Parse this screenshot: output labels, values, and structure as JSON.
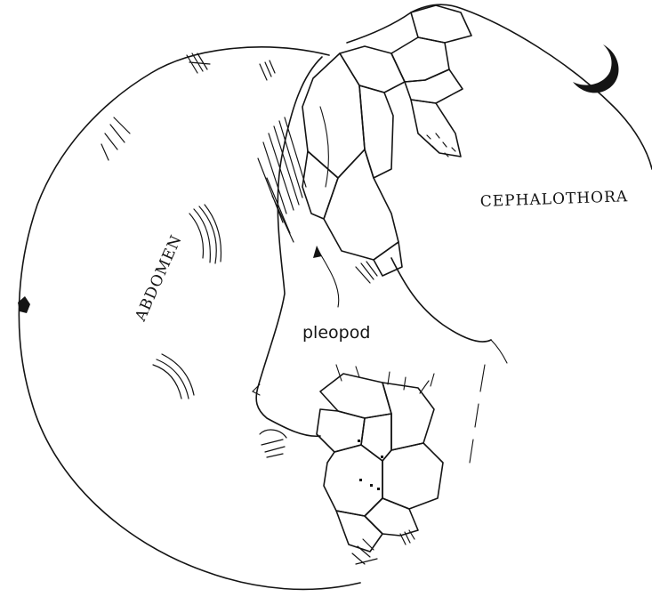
{
  "labels": {
    "abdomen": "ABDOMEN",
    "cephalothorax": "CEPHALOTHORA",
    "pleopod": "pleopod"
  },
  "colors": {
    "ink": "#141414",
    "paper": "#ffffff"
  }
}
